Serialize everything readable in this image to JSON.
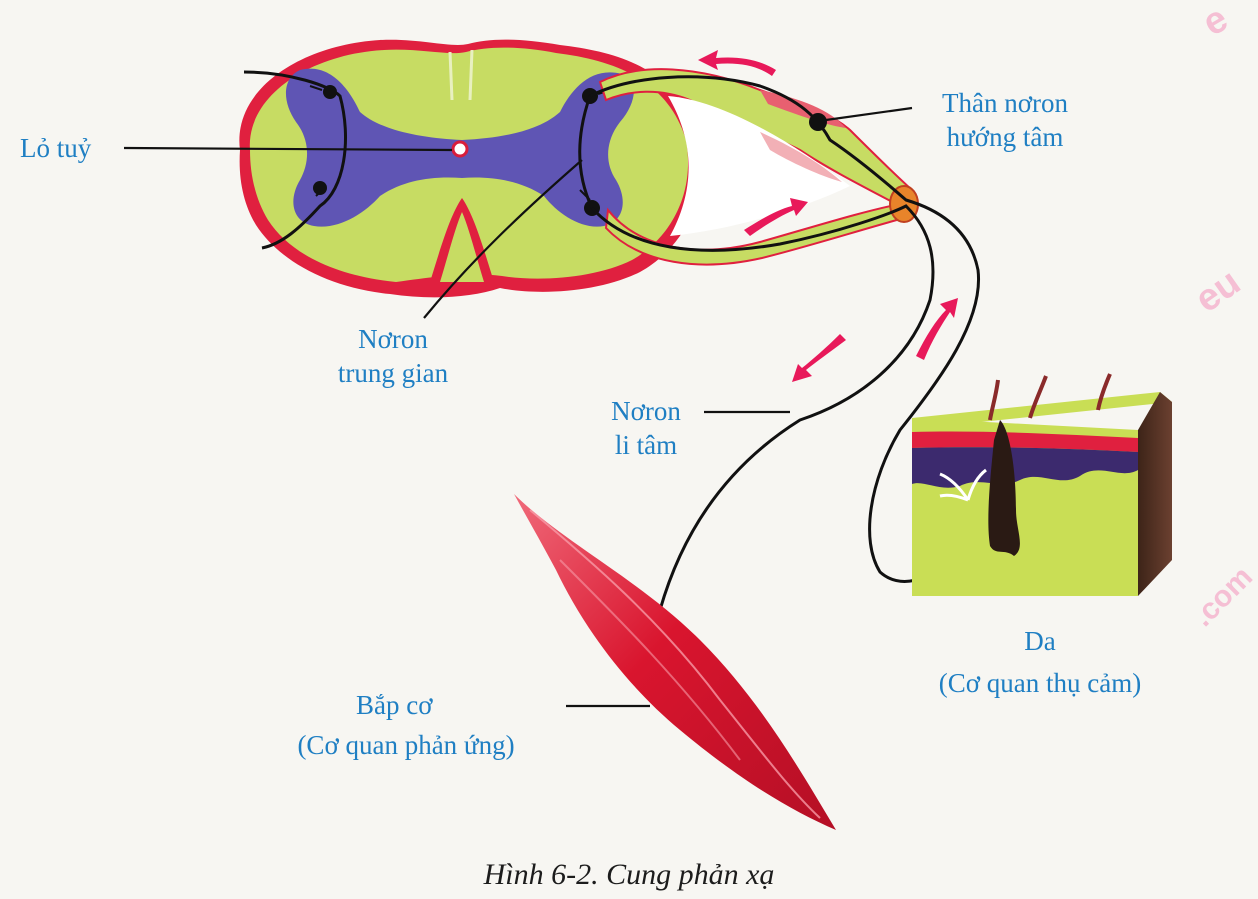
{
  "labels": {
    "spinal_canal": "Lỏ tuỷ",
    "sensory_body_line1": "Thân nơron",
    "sensory_body_line2": "hướng tâm",
    "interneuron_line1": "Nơron",
    "interneuron_line2": "trung gian",
    "motor_neuron_line1": "Nơron",
    "motor_neuron_line2": "li tâm",
    "skin_line1": "Da",
    "skin_line2": "(Cơ quan thụ cảm)",
    "muscle_line1": "Bắp cơ",
    "muscle_line2": "(Cơ quan phản ứng)"
  },
  "caption": "Hình 6-2. Cung phản xạ",
  "watermarks": [
    "e",
    "eu",
    ".com"
  ],
  "colors": {
    "label_blue": "#1f7fc3",
    "white_matter": "#c7dc63",
    "gray_matter": "#5f55b4",
    "membrane_red": "#e0203f",
    "muscle_red": "#d9152e",
    "arrow_pink": "#e8195a",
    "nerve_black": "#111111",
    "skin_green": "#c9de55",
    "watermark_pink": "#f5b6cf"
  }
}
